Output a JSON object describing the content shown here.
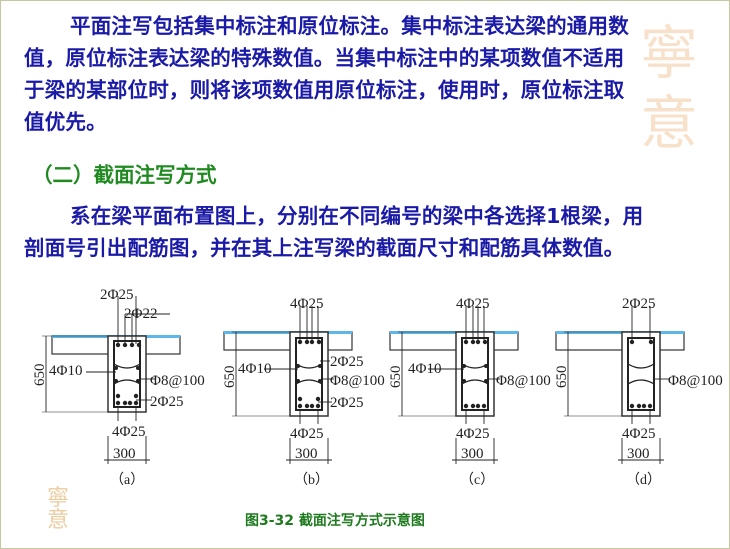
{
  "paragraph1": {
    "line1": "平面注写包括集中标注和原位标注。集中标注表达梁的通用数",
    "line2": "值，原位标注表达梁的特殊数值。当集中标注中的某项数值不适用",
    "line3": "于梁的某部位时，则将该项数值用原位标注，使用时，原位标注取",
    "line4": "值优先。"
  },
  "heading": "（二）截面注写方式",
  "paragraph2": {
    "line1": "系在梁平面布置图上，分别在不同编号的梁中各选择1根梁，用",
    "line2": "剖面号引出配筋图，并在其上注写梁的截面尺寸和配筋具体数值。"
  },
  "figure": {
    "caption": "图3-32   截面注写方式示意图",
    "height_label": "650",
    "width_label": "300",
    "sections": [
      {
        "id": "a",
        "label": "（a）",
        "top1": "2Φ25",
        "top2": "2Φ22",
        "side": "4Φ10",
        "stirrup": "Φ8@100",
        "bottom_extra": "2Φ25",
        "bottom": "4Φ25"
      },
      {
        "id": "b",
        "label": "（b）",
        "top1": "4Φ25",
        "side": "4Φ10",
        "side_right": "2Φ25",
        "stirrup": "Φ8@100",
        "bottom_extra": "2Φ25",
        "bottom": "4Φ25"
      },
      {
        "id": "c",
        "label": "（c）",
        "top1": "4Φ25",
        "side": "4Φ10",
        "stirrup": "Φ8@100",
        "bottom": "4Φ25"
      },
      {
        "id": "d",
        "label": "（d）",
        "top1": "2Φ25",
        "stirrup": "Φ8@100",
        "bottom": "4Φ25"
      }
    ]
  },
  "colors": {
    "text_blue": "#1a1aa6",
    "heading_green": "#1f8a1f",
    "slab_blue": "#5fb6e8"
  }
}
